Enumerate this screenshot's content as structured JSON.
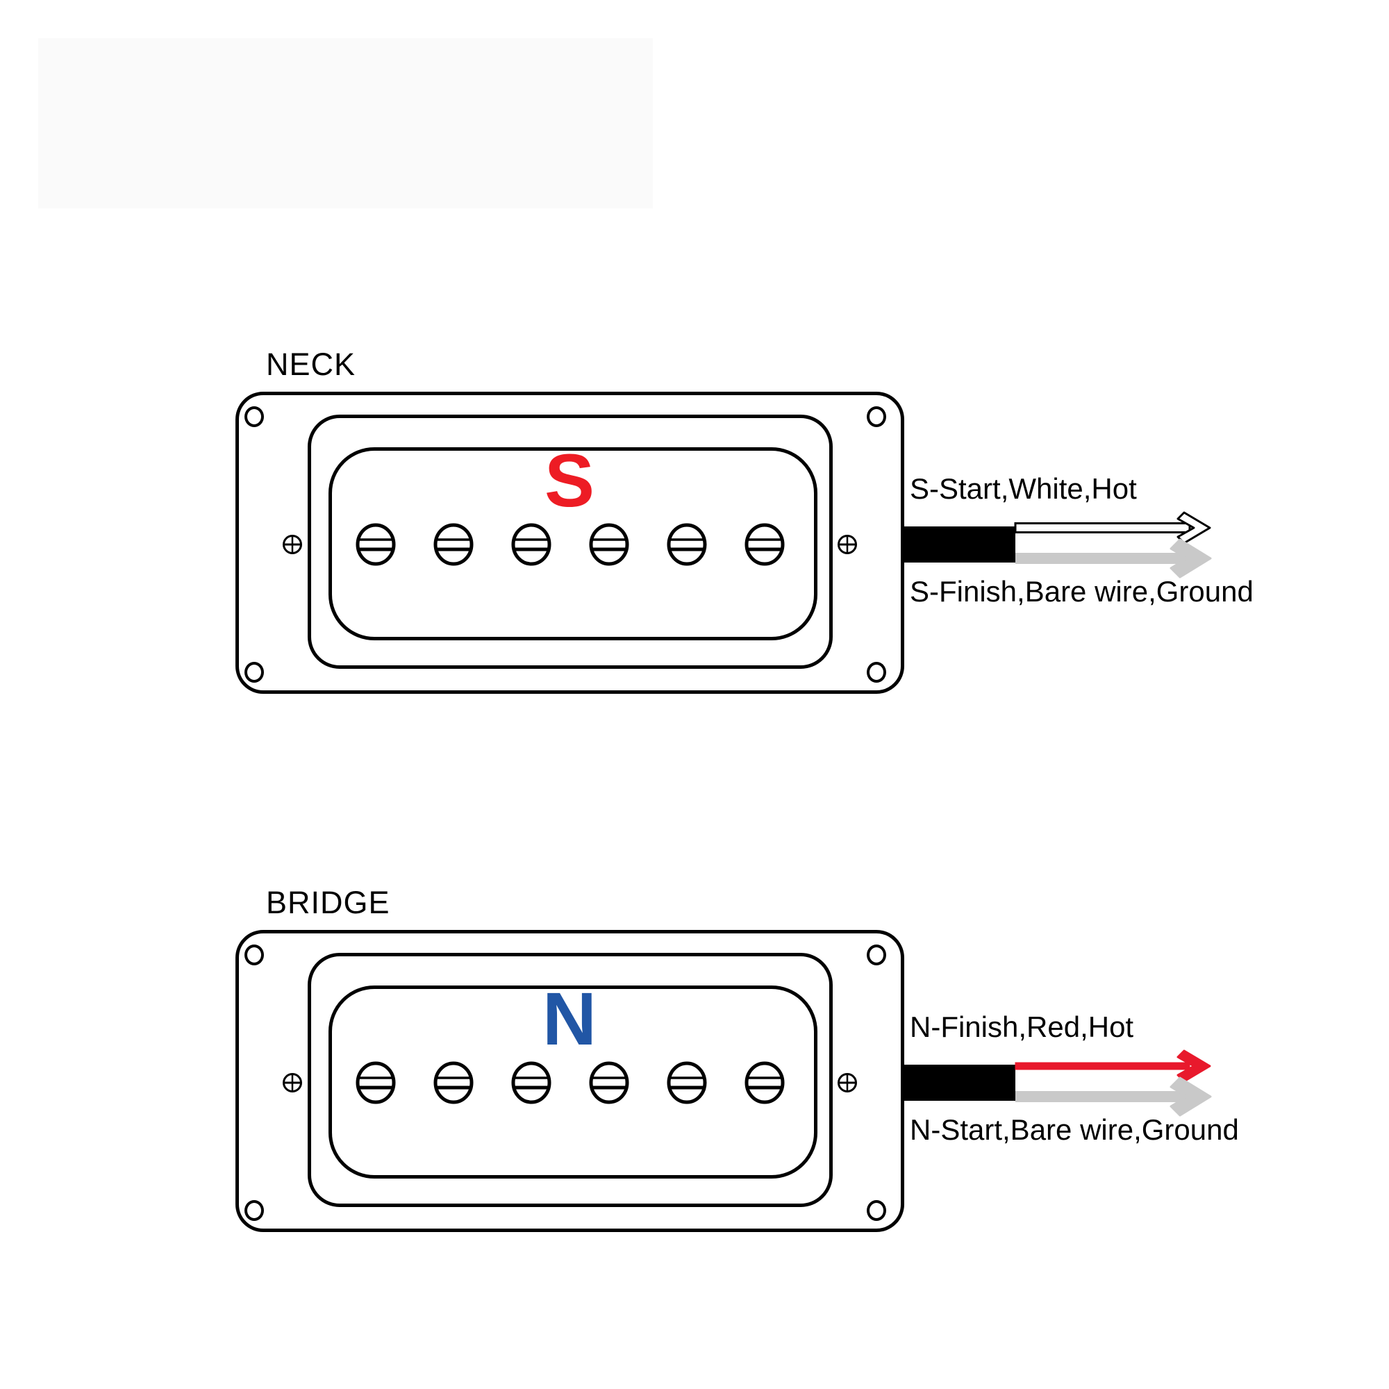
{
  "diagram": {
    "background_color": "#ffffff",
    "outline_color": "#000000",
    "cable_color": "#000000",
    "pole_count": 6,
    "pickups": [
      {
        "id": "neck",
        "label": "NECK",
        "magnet_letter": "S",
        "magnet_color": "#ed1c24",
        "wire_top_label": "S-Start,White,Hot",
        "wire_bottom_label": "S-Finish,Bare wire,Ground",
        "hot_wire_color": "#ffffff",
        "hot_wire_outline": "#000000",
        "ground_wire_color": "#c9c9c9"
      },
      {
        "id": "bridge",
        "label": "BRIDGE",
        "magnet_letter": "N",
        "magnet_color": "#2156a5",
        "wire_top_label": "N-Finish,Red,Hot",
        "wire_bottom_label": "N-Start,Bare wire,Ground",
        "hot_wire_color": "#e8192c",
        "hot_wire_outline": "#e8192c",
        "ground_wire_color": "#c9c9c9"
      }
    ]
  }
}
